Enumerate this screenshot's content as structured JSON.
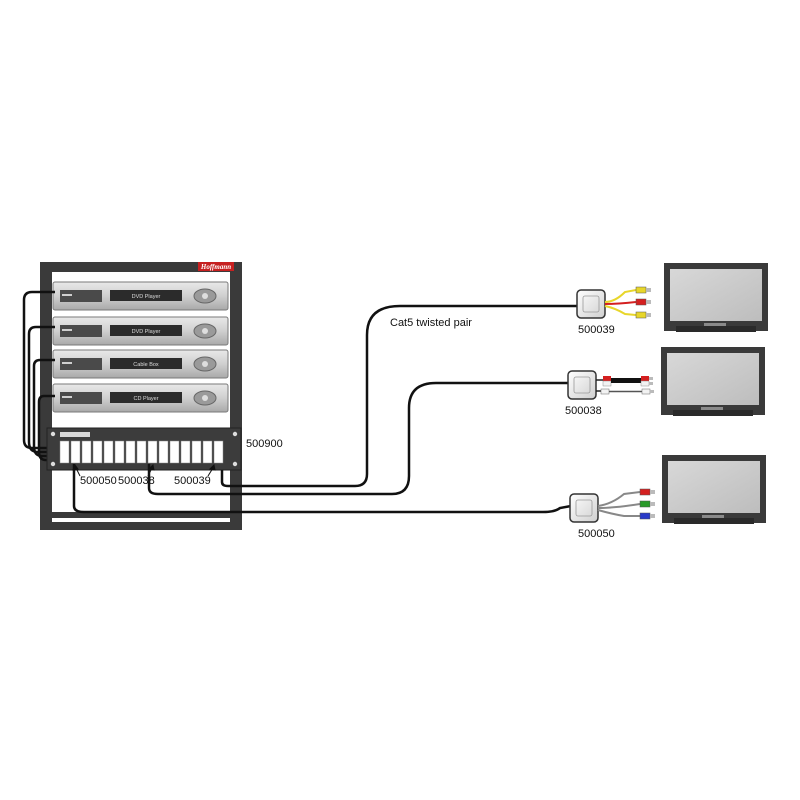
{
  "rack": {
    "brand": "Hoffmann",
    "devices": [
      "DVD Player",
      "DVD Player",
      "Cable Box",
      "CD Player"
    ],
    "panel_label": "500900",
    "port_labels": [
      "500050",
      "500038",
      "500039"
    ]
  },
  "cable_label": "Cat5 twisted pair",
  "receivers": [
    {
      "label": "500039"
    },
    {
      "label": "500038"
    },
    {
      "label": "500050"
    }
  ],
  "colors": {
    "rack": "#3a3a3a",
    "cable": "#111111",
    "rca_yellow": "#e8d62a",
    "rca_red": "#d42020",
    "rca_white": "#f2f2f2",
    "component_green": "#2a9a2a",
    "component_blue": "#2a3ac8"
  }
}
